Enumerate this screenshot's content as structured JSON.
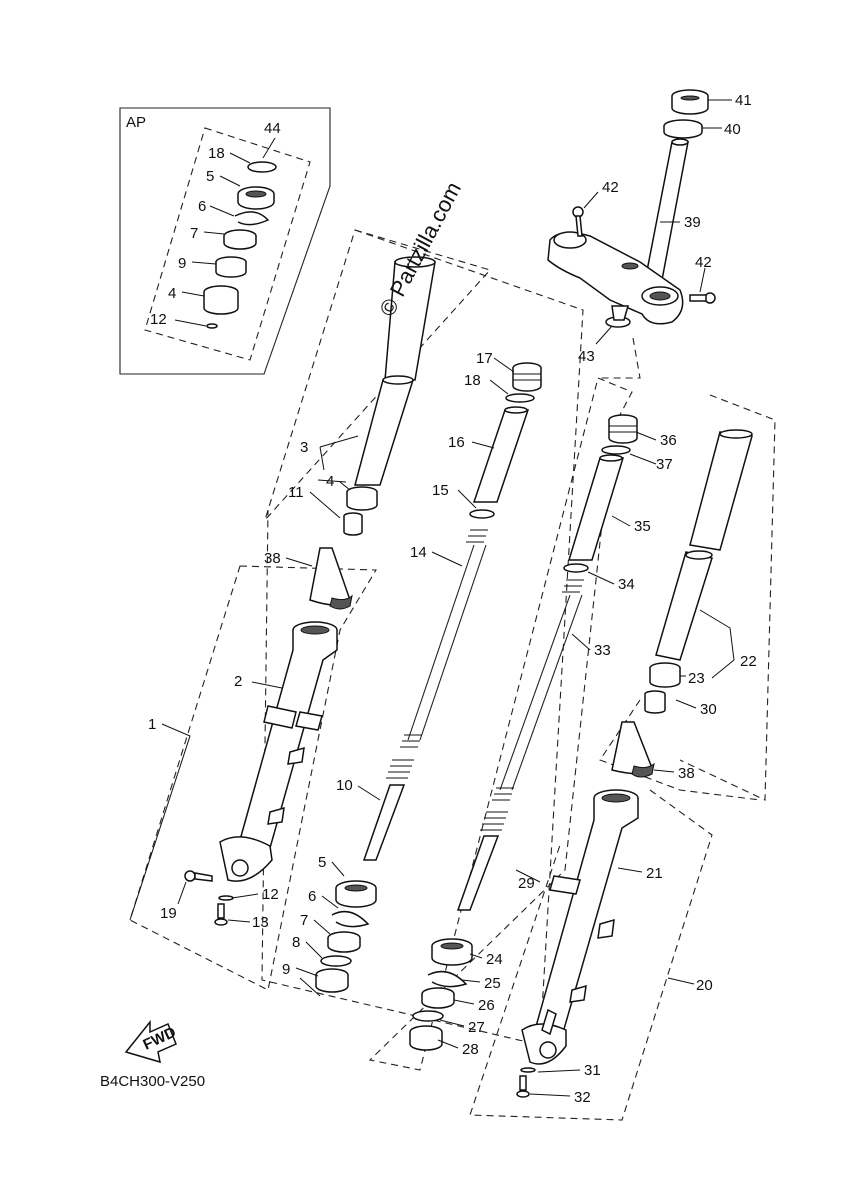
{
  "diagram_code": "B4CH300-V250",
  "inset_label": "AP",
  "watermark": "© Partzilla.com",
  "fwd_label": "FWD",
  "callouts": [
    {
      "id": "c44",
      "text": "44"
    },
    {
      "id": "c18a",
      "text": "18"
    },
    {
      "id": "c5a",
      "text": "5"
    },
    {
      "id": "c6a",
      "text": "6"
    },
    {
      "id": "c7a",
      "text": "7"
    },
    {
      "id": "c9a",
      "text": "9"
    },
    {
      "id": "c4a",
      "text": "4"
    },
    {
      "id": "c12a",
      "text": "12"
    },
    {
      "id": "c41",
      "text": "41"
    },
    {
      "id": "c40",
      "text": "40"
    },
    {
      "id": "c42a",
      "text": "42"
    },
    {
      "id": "c39",
      "text": "39"
    },
    {
      "id": "c42b",
      "text": "42"
    },
    {
      "id": "c43",
      "text": "43"
    },
    {
      "id": "c17",
      "text": "17"
    },
    {
      "id": "c18b",
      "text": "18"
    },
    {
      "id": "c16",
      "text": "16"
    },
    {
      "id": "c15",
      "text": "15"
    },
    {
      "id": "c14",
      "text": "14"
    },
    {
      "id": "c3",
      "text": "3"
    },
    {
      "id": "c4b",
      "text": "4"
    },
    {
      "id": "c11",
      "text": "11"
    },
    {
      "id": "c38a",
      "text": "38"
    },
    {
      "id": "c2",
      "text": "2"
    },
    {
      "id": "c1",
      "text": "1"
    },
    {
      "id": "c10",
      "text": "10"
    },
    {
      "id": "c5b",
      "text": "5"
    },
    {
      "id": "c6b",
      "text": "6"
    },
    {
      "id": "c7b",
      "text": "7"
    },
    {
      "id": "c8",
      "text": "8"
    },
    {
      "id": "c9b",
      "text": "9"
    },
    {
      "id": "c12b",
      "text": "12"
    },
    {
      "id": "c13",
      "text": "13"
    },
    {
      "id": "c19",
      "text": "19"
    },
    {
      "id": "c36",
      "text": "36"
    },
    {
      "id": "c37",
      "text": "37"
    },
    {
      "id": "c35",
      "text": "35"
    },
    {
      "id": "c34",
      "text": "34"
    },
    {
      "id": "c33",
      "text": "33"
    },
    {
      "id": "c22",
      "text": "22"
    },
    {
      "id": "c23",
      "text": "23"
    },
    {
      "id": "c30",
      "text": "30"
    },
    {
      "id": "c38b",
      "text": "38"
    },
    {
      "id": "c21",
      "text": "21"
    },
    {
      "id": "c29",
      "text": "29"
    },
    {
      "id": "c24",
      "text": "24"
    },
    {
      "id": "c25",
      "text": "25"
    },
    {
      "id": "c26",
      "text": "26"
    },
    {
      "id": "c27",
      "text": "27"
    },
    {
      "id": "c28",
      "text": "28"
    },
    {
      "id": "c20",
      "text": "20"
    },
    {
      "id": "c31",
      "text": "31"
    },
    {
      "id": "c32",
      "text": "32"
    }
  ]
}
